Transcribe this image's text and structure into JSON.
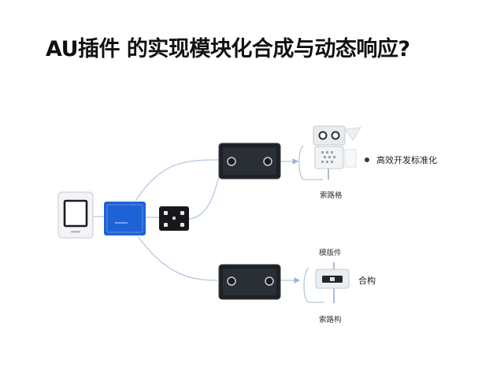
{
  "page": {
    "title": "AU插件 的实现模块化合成与动态响应?"
  },
  "labels": {
    "upper_right": "高效开发标准化",
    "upper_below": "索路格",
    "lower_above": "模版件",
    "lower_right": "合构",
    "lower_below": "索路构"
  },
  "colors": {
    "accent_blue": "#1e63d6",
    "connector": "#b6c8e0",
    "dark_panel": "#1e2126",
    "bullet": "#1f3a66"
  }
}
